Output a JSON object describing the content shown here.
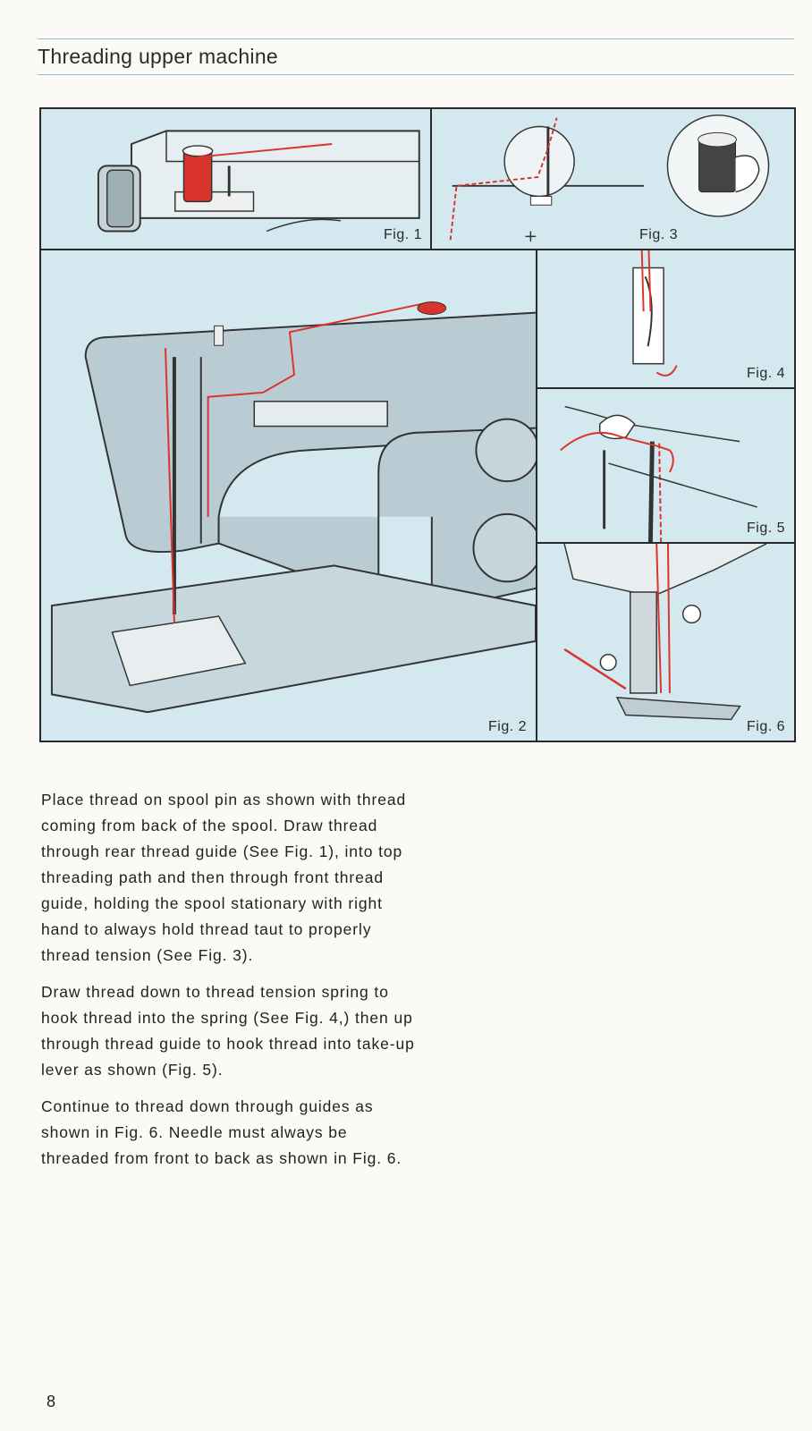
{
  "page": {
    "title": "Threading upper machine",
    "page_number": "8"
  },
  "figures": {
    "fig1": "Fig. 1",
    "fig2": "Fig. 2",
    "fig3": "Fig. 3",
    "fig4": "Fig. 4",
    "fig5": "Fig. 5",
    "fig6": "Fig. 6"
  },
  "paragraphs": [
    "Place thread on spool pin as shown with thread coming from back of the spool. Draw thread through rear thread guide (See Fig. 1), into top threading path and then through front thread guide, holding the spool stationary with right hand to always hold thread taut to properly thread tension (See Fig. 3).",
    "Draw thread down to thread tension spring to hook thread into the spring (See Fig. 4,) then up through thread guide to hook thread into take-up lever as shown (Fig. 5).",
    "Continue to thread down through guides as shown in Fig. 6. Needle must always be threaded from front to back as shown in Fig. 6."
  ],
  "colors": {
    "thread": "#d9342b",
    "panel_bg": "#d4e8ef",
    "rule": "#7fc3d3"
  }
}
